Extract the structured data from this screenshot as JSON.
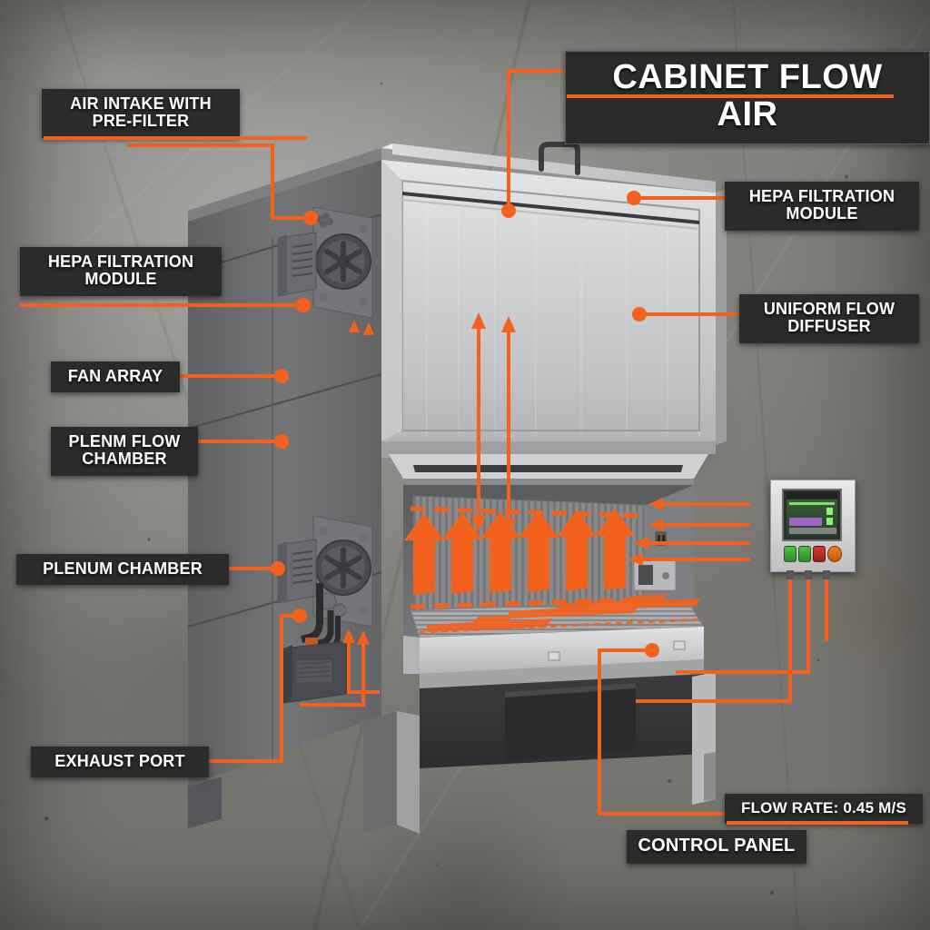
{
  "title": {
    "text": "CABINET FLOW AIR"
  },
  "labels": {
    "air_intake": "AIR INTAKE WITH\nPRE-FILTER",
    "hepa_left": "HEPA FILTRATION\nMODULE",
    "fan_array": "FAN ARRAY",
    "plenum_flow": "PLENM FLOW\nCHAMBER",
    "plenum_chamber": "PLENUM CHAMBER",
    "exhaust_port": "EXHAUST PORT",
    "hepa_right": "HEPA FILTRATION\nMODULE",
    "uniform_flow": "UNIFORM FLOW\nDIFFUSER",
    "flow_rate": "FLOW RATE: 0.45 M/S",
    "control_panel": "CONTROL PANEL"
  },
  "colors": {
    "accent": "#f2621d",
    "label_bg": "#2b2b2b",
    "label_text": "#ffffff",
    "steel_light": "#d8d9da",
    "steel_dark": "#6c6d6f",
    "lcd_green": "#7ee06a"
  },
  "diagram": {
    "equipment": "laminar flow safety cabinet cutaway",
    "airflow_arrow_count": 6,
    "fan_units": 2,
    "control_panel_buttons": [
      "green",
      "green",
      "red",
      "orange"
    ]
  }
}
